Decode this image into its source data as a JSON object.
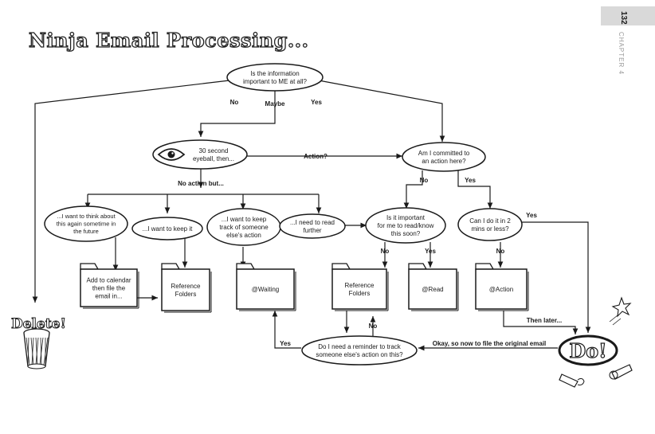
{
  "header": {
    "title": "Ninja Email Processing...",
    "page_number": "132",
    "chapter": "CHAPTER 4"
  },
  "nodes": {
    "important": [
      "Is the information",
      "important to ME at all?"
    ],
    "eyeball": [
      "30 second",
      "eyeball, then..."
    ],
    "committed": [
      "Am I committed to",
      "an action here?"
    ],
    "think": [
      "...I want to think about",
      "this again sometime in",
      "the future"
    ],
    "keep": [
      "...I want to keep it"
    ],
    "track": [
      "...I want to keep",
      "track of someone",
      "else's action"
    ],
    "read_further": [
      "...I need to read",
      "further"
    ],
    "important_soon": [
      "Is it important",
      "for me to read/know",
      "this soon?"
    ],
    "two_mins": [
      "Can I do it in 2",
      "mins or less?"
    ],
    "reminder": [
      "Do I need a reminder to track",
      "someone else's action on this?"
    ]
  },
  "folders": {
    "calendar": [
      "Add to calendar",
      "then file the",
      "email in..."
    ],
    "reference1": [
      "Reference",
      "Folders"
    ],
    "waiting": [
      "@Waiting"
    ],
    "reference2": [
      "Reference",
      "Folders"
    ],
    "read": [
      "@Read"
    ],
    "action": [
      "@Action"
    ]
  },
  "labels": {
    "no_top": "No",
    "maybe": "Maybe",
    "yes_top": "Yes",
    "action_q": "Action?",
    "no_action_but": "No action but...",
    "no_committed": "No",
    "yes_committed": "Yes",
    "yes_two_mins": "Yes",
    "no_soon": "No",
    "yes_soon": "Yes",
    "no_two_mins": "No",
    "then_later": "Then later...",
    "no_reminder": "No",
    "yes_reminder": "Yes",
    "file_original": "Okay, so now to file the original email"
  },
  "delete": "Delete!",
  "do": "Do!",
  "colors": {
    "ink": "#1a1a1a",
    "tab": "#d9d9d9",
    "chapter_text": "#9a9a9a"
  }
}
